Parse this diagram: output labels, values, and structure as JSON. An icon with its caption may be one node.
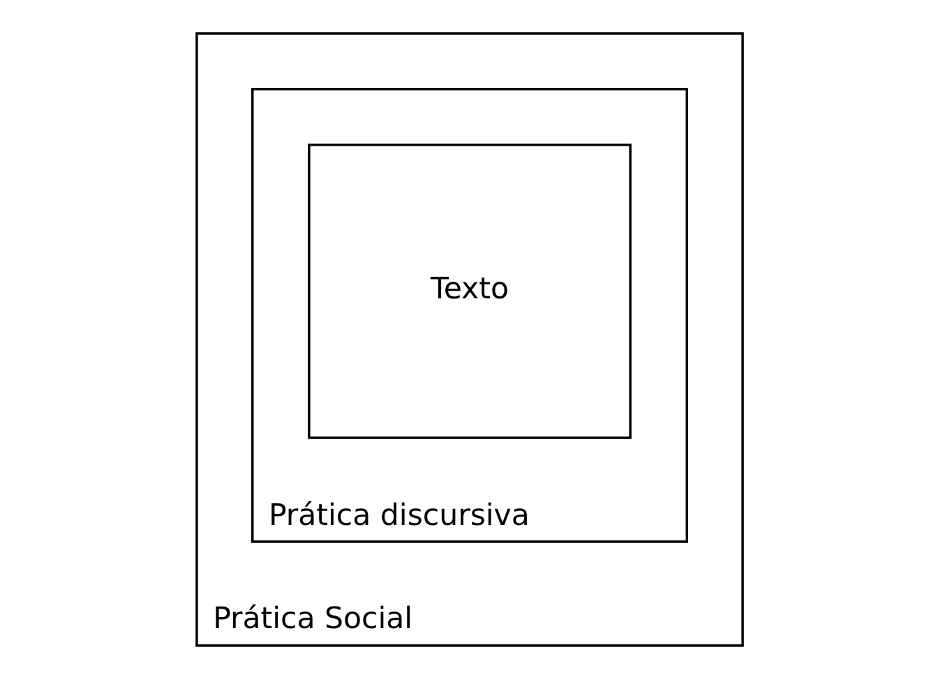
{
  "diagram": {
    "nodes": [
      {
        "text": [
          "Prática Social"
        ]
      },
      {
        "text": [
          "Prática discursiva"
        ],
        "in": 0
      },
      {
        "text": [
          "Texto"
        ],
        "in": 1
      }
    ]
  }
}
